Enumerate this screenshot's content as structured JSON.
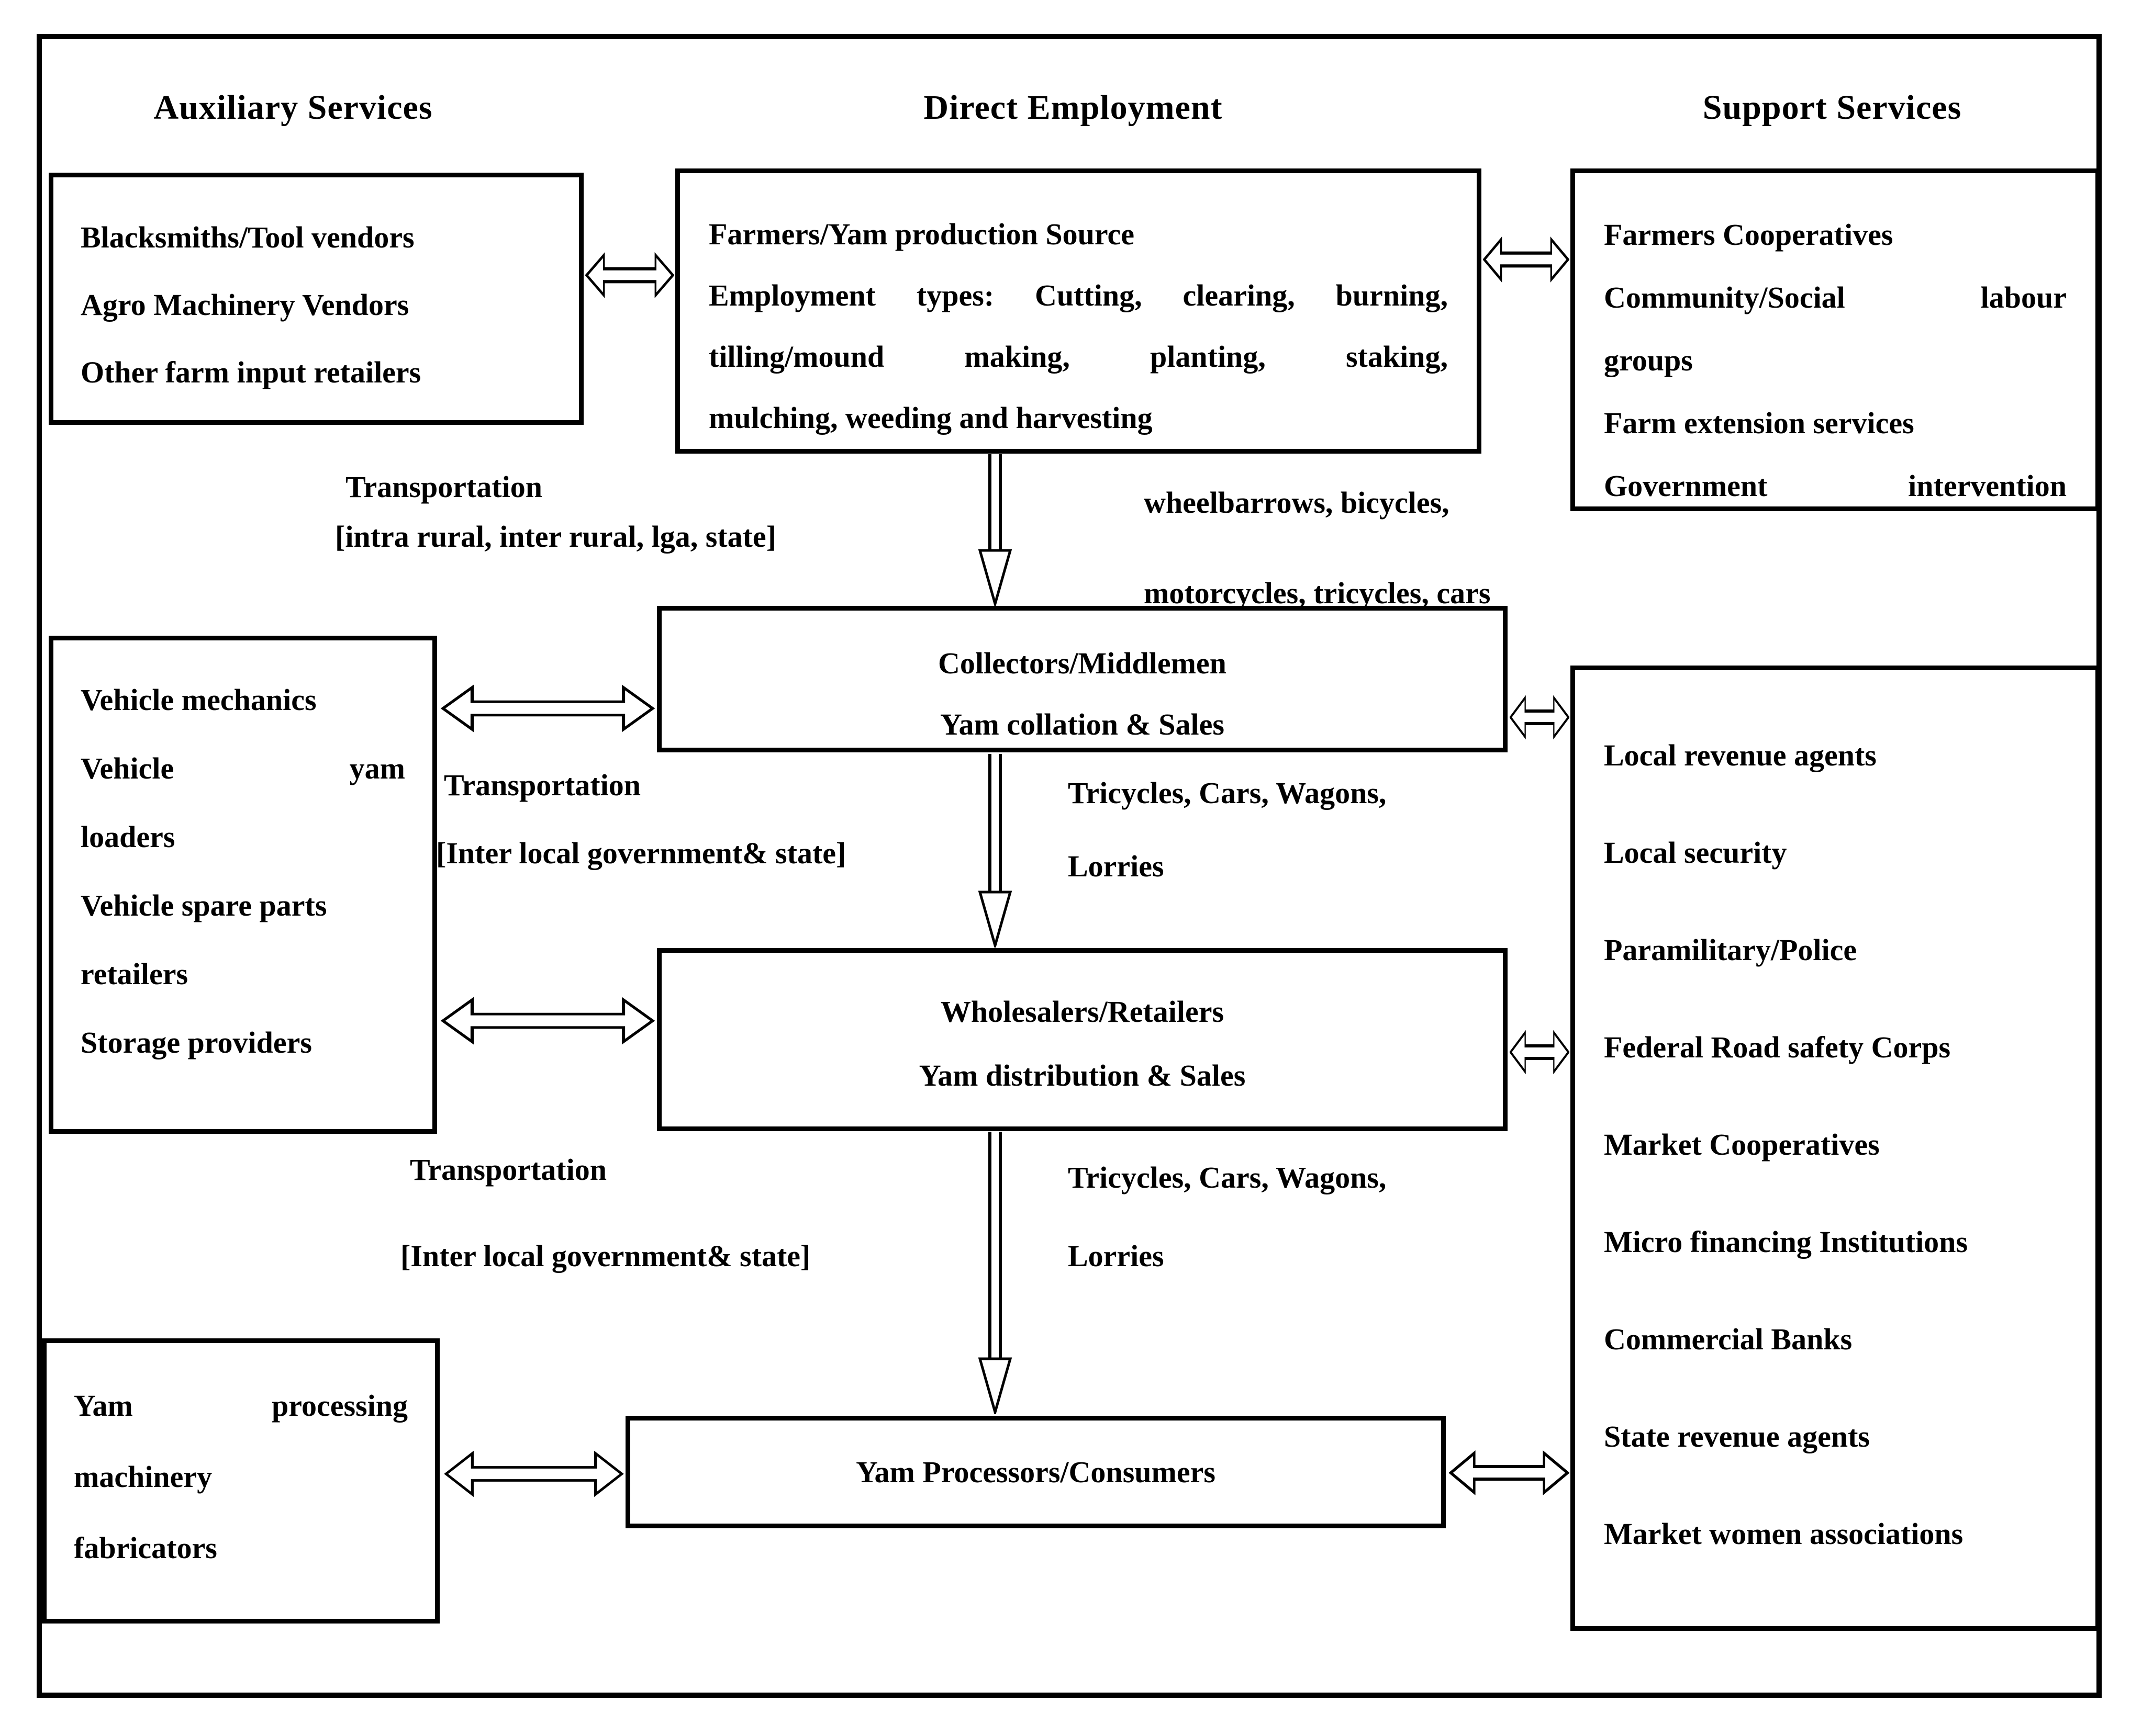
{
  "diagram": {
    "headers": {
      "auxiliary": "Auxiliary Services",
      "direct": "Direct Employment",
      "support": "Support Services"
    },
    "boxes": {
      "auxiliary_top": {
        "lines": [
          "Blacksmiths/Tool vendors",
          "Agro Machinery Vendors",
          "Other farm input retailers"
        ]
      },
      "farmers": {
        "lines": [
          "Farmers/Yam production Source",
          "Employment types: Cutting, clearing, burning,",
          "tilling/mound making, planting, staking,",
          "mulching, weeding and harvesting"
        ]
      },
      "support_top": {
        "lines": [
          "Farmers Cooperatives",
          "Community/Social labour",
          "groups",
          "Farm extension services",
          "Government intervention"
        ]
      },
      "auxiliary_mid": {
        "lines": [
          "Vehicle mechanics",
          "Vehicle yam",
          "loaders",
          "Vehicle spare parts",
          "retailers",
          "Storage providers"
        ]
      },
      "collectors": {
        "lines": [
          "Collectors/Middlemen",
          "Yam collation & Sales"
        ]
      },
      "wholesalers": {
        "lines": [
          "Wholesalers/Retailers",
          "Yam distribution & Sales"
        ]
      },
      "support_main": {
        "items": [
          "Local revenue agents",
          "Local security",
          "Paramilitary/Police",
          "Federal Road safety Corps",
          "Market Cooperatives",
          "Micro financing Institutions",
          "Commercial Banks",
          "State revenue agents",
          "Market women associations"
        ]
      },
      "fabricators": {
        "lines": [
          "Yam processing",
          "machinery",
          "fabricators"
        ]
      },
      "processors": {
        "lines": [
          "Yam Processors/Consumers"
        ]
      }
    },
    "labels": {
      "t1a": "Transportation",
      "t1b": "[intra rural, inter rural, lga, state]",
      "v1a": "wheelbarrows, bicycles,",
      "v1b": "motorcycles, tricycles, cars",
      "t2a": "Transportation",
      "t2b": "[Inter local government& state]",
      "v2a": "Tricycles, Cars, Wagons,",
      "v2b": "Lorries",
      "t3a": "Transportation",
      "t3b": "[Inter local government& state]",
      "v3a": "Tricycles, Cars, Wagons,",
      "v3b": "Lorries"
    },
    "colors": {
      "ink": "#000000",
      "paper": "#ffffff"
    }
  }
}
